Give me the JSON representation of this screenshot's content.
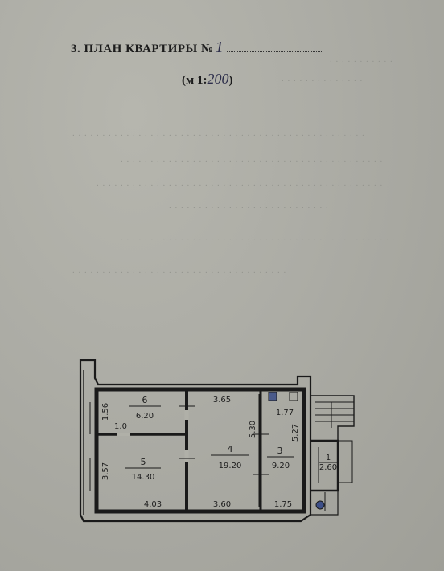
{
  "document": {
    "heading_prefix": "3. ПЛАН КВАРТИРЫ №",
    "apartment_number": "1",
    "scale_prefix": "(м 1:",
    "scale_value": "200",
    "scale_suffix": ")"
  },
  "plan": {
    "rooms": [
      {
        "number": "6",
        "area": "6.20"
      },
      {
        "number": "5",
        "area": "14.30"
      },
      {
        "number": "4",
        "area": "19.20"
      },
      {
        "number": "3",
        "area": "9.20"
      },
      {
        "number": "1",
        "area": "2.60"
      }
    ],
    "dimensions": {
      "d_156": "1.56",
      "d_10": "1.0",
      "d_357": "3.57",
      "d_403": "4.03",
      "d_365": "3.65",
      "d_530": "5.30",
      "d_360": "3.60",
      "d_177": "1.77",
      "d_527": "5.27",
      "d_175": "1.75"
    }
  }
}
